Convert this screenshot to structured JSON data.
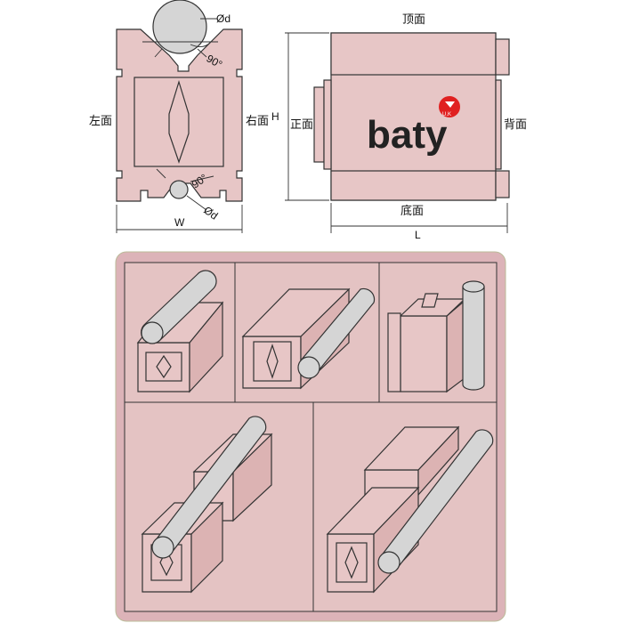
{
  "labels": {
    "top_face": "顶面",
    "bottom_face": "底面",
    "left_face": "左面",
    "right_face": "右面",
    "front_face": "正面",
    "back_face": "背面",
    "dim_w": "W",
    "dim_h": "H",
    "dim_l": "L",
    "diameter_top": "Ød",
    "diameter_bottom": "Ød",
    "angle_top": "90°",
    "angle_bottom": "90°"
  },
  "brand": {
    "name": "baty",
    "badge": "U.K"
  },
  "colors": {
    "block_fill": "#e7c6c6",
    "panel_fill": "#e4c3c3",
    "rod_fill": "#d5d5d5",
    "badge_red": "#e02020"
  }
}
